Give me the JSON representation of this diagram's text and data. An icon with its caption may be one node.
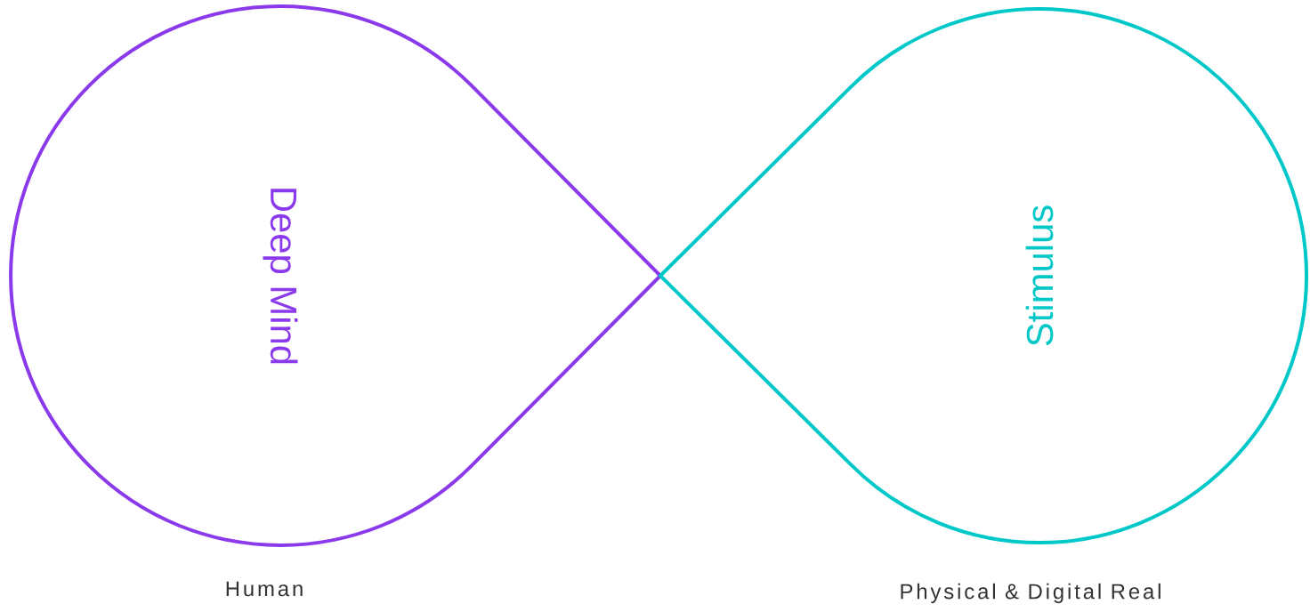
{
  "diagram": {
    "nodes": [
      {
        "text": [
          "Deep Mind"
        ],
        "beside": [
          "Human"
        ]
      },
      {
        "text": [
          "Stimulus"
        ],
        "beside": [
          "Physical & Digital Real"
        ]
      }
    ]
  }
}
